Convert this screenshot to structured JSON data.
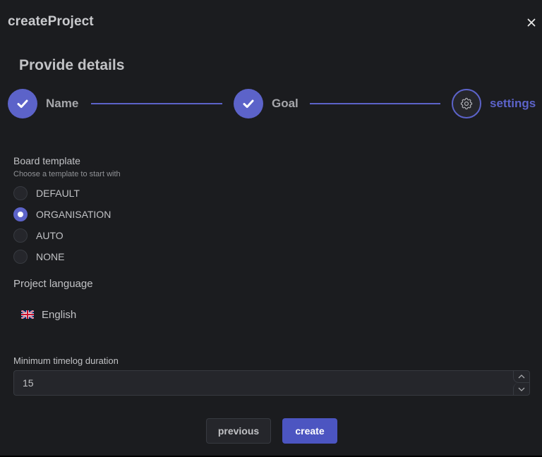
{
  "modal": {
    "title": "createProject",
    "close_icon": "close-icon",
    "subtitle": "Provide details"
  },
  "stepper": {
    "steps": [
      {
        "label": "Name",
        "state": "completed",
        "icon": "check-icon"
      },
      {
        "label": "Goal",
        "state": "completed",
        "icon": "check-icon"
      },
      {
        "label": "settings",
        "state": "active",
        "icon": "gear-icon"
      }
    ],
    "accent_color": "#5c63c9"
  },
  "board_template": {
    "label": "Board template",
    "description": "Choose a template to start with",
    "options": [
      {
        "label": "DEFAULT",
        "checked": false
      },
      {
        "label": "ORGANISATION",
        "checked": true
      },
      {
        "label": "AUTO",
        "checked": false
      },
      {
        "label": "NONE",
        "checked": false
      }
    ]
  },
  "project_language": {
    "label": "Project language",
    "selected": "English",
    "flag_icon": "uk-flag-icon"
  },
  "timelog": {
    "label": "Minimum timelog duration",
    "value": "15"
  },
  "footer": {
    "previous_label": "previous",
    "create_label": "create"
  }
}
